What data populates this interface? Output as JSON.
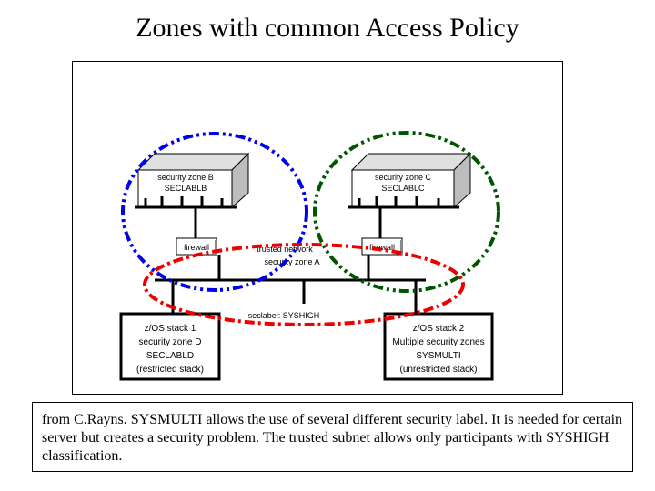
{
  "title": "Zones with common Access Policy",
  "zones": {
    "zone_b": {
      "line1": "security zone B",
      "line2": "SECLABLB"
    },
    "zone_c": {
      "line1": "security zone C",
      "line2": "SECLABLC"
    },
    "firewall_left": "firewall",
    "firewall_right": "firewall",
    "trusted_network": {
      "line1": "trusted network",
      "line2": "security zone A"
    },
    "seclabel": "seclabel: SYSHIGH",
    "stack1": {
      "line1": "z/OS stack 1",
      "line2": "security zone D",
      "line3": "SECLABLD",
      "line4": "(restricted stack)"
    },
    "stack2": {
      "line1": "z/OS stack 2",
      "line2": "Multiple security zones",
      "line3": "SYSMULTI",
      "line4": "(unrestricted stack)"
    }
  },
  "colors": {
    "zone_b_ring": "#0000ee",
    "zone_c_ring": "#005500",
    "trusted_ring": "#ee0000"
  },
  "caption": "from C.Rayns. SYSMULTI allows the use of several different security label. It is needed for certain server but creates a security problem. The trusted subnet allows only participants with SYSHIGH classification."
}
